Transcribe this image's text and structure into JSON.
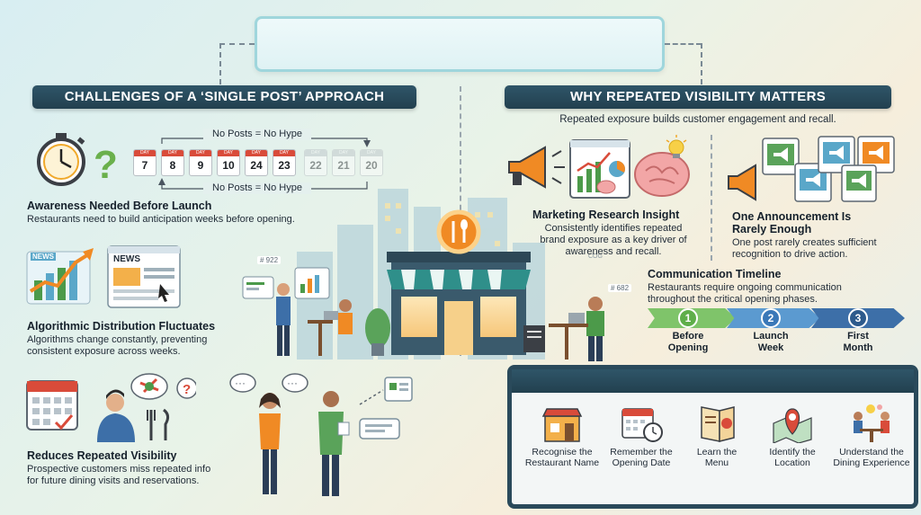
{
  "left_banner": "CHALLENGES OF A ‘SINGLE POST’ APPROACH",
  "right_banner": "WHY REPEATED VISIBILITY MATTERS",
  "right_subtitle": "Repeated exposure builds customer engagement and recall.",
  "calendar": {
    "top_label": "No Posts = No Hype",
    "bottom_label": "No Posts = No Hype",
    "day_tag": "DAY",
    "days": [
      "7",
      "8",
      "9",
      "10",
      "24",
      "23",
      "22",
      "21",
      "20"
    ]
  },
  "challenges": [
    {
      "title": "Awareness Needed Before Launch",
      "text": "Restaurants need to build anticipation weeks before opening."
    },
    {
      "title": "Algorithmic Distribution Fluctuates",
      "text_line1": "Algorithms change constantly, preventing",
      "text_line2": "consistent exposure across weeks."
    },
    {
      "title": "Reduces Repeated Visibility",
      "text_line1": "Prospective customers miss repeated info",
      "text_line2": "for future dining visits and reservations."
    }
  ],
  "news_label": "NEWS",
  "news_label2": "NEWS",
  "insights": {
    "marketing_title": "Marketing Research Insight",
    "marketing_line1": "Consistently identifies repeated",
    "marketing_line2": "brand exposure as a key driver of",
    "marketing_line3": "awareness and recall.",
    "announce_title1": "One Announcement Is",
    "announce_title2": "Rarely Enough",
    "announce_line1": "One post rarely creates sufficient",
    "announce_line2": "recognition to drive action."
  },
  "timeline": {
    "title": "Communication Timeline",
    "line1": "Restaurants require ongoing communication",
    "line2": "throughout the critical opening phases.",
    "steps": [
      {
        "num": "1",
        "label1": "Before",
        "label2": "Opening"
      },
      {
        "num": "2",
        "label1": "Launch",
        "label2": "Week"
      },
      {
        "num": "3",
        "label1": "First",
        "label2": "Month"
      }
    ]
  },
  "scene_tags": [
    "# 922",
    "# 682",
    "COG"
  ],
  "outcomes": [
    {
      "line1": "Recognise the",
      "line2": "Restaurant Name"
    },
    {
      "line1": "Remember the",
      "line2": "Opening Date"
    },
    {
      "line1": "Learn the",
      "line2": "Menu"
    },
    {
      "line1": "Identify the",
      "line2": "Location"
    },
    {
      "line1": "Understand the",
      "line2": "Dining Experience"
    }
  ],
  "colors": {
    "banner": "#2a4a5b",
    "accent_orange": "#f08a24",
    "calendar_red": "#d94b3a",
    "timeline_green": "#5fae4a",
    "timeline_blue": "#3a78b8",
    "timeline_navy": "#2d5a8c"
  }
}
